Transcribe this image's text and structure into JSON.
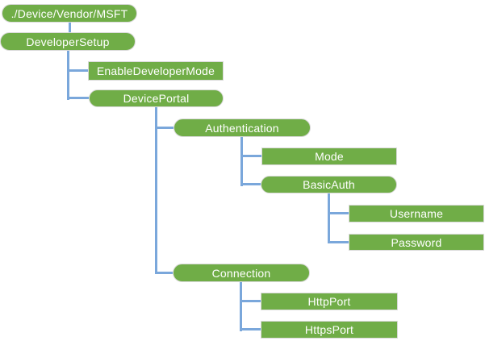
{
  "colors": {
    "node_fill": "#70AD47",
    "node_border": "#D9D9D9",
    "connector": "#7AA7DB",
    "text": "#FFFFFF",
    "background": "#FFFFFF"
  },
  "nodes": [
    {
      "id": "msft",
      "label": "./Device/Vendor/MSFT",
      "shape": "rounded",
      "parent": null
    },
    {
      "id": "devsetup",
      "label": "DeveloperSetup",
      "shape": "rounded",
      "parent": "msft"
    },
    {
      "id": "edm",
      "label": "EnableDeveloperMode",
      "shape": "rectangle",
      "parent": "devsetup"
    },
    {
      "id": "devportal",
      "label": "DevicePortal",
      "shape": "rounded",
      "parent": "devsetup"
    },
    {
      "id": "auth",
      "label": "Authentication",
      "shape": "rounded",
      "parent": "devportal"
    },
    {
      "id": "mode",
      "label": "Mode",
      "shape": "rectangle",
      "parent": "auth"
    },
    {
      "id": "basicauth",
      "label": "BasicAuth",
      "shape": "rounded",
      "parent": "auth"
    },
    {
      "id": "username",
      "label": "Username",
      "shape": "rectangle",
      "parent": "basicauth"
    },
    {
      "id": "password",
      "label": "Password",
      "shape": "rectangle",
      "parent": "basicauth"
    },
    {
      "id": "connection",
      "label": "Connection",
      "shape": "rounded",
      "parent": "devportal"
    },
    {
      "id": "httpport",
      "label": "HttpPort",
      "shape": "rectangle",
      "parent": "connection"
    },
    {
      "id": "httpsport",
      "label": "HttpsPort",
      "shape": "rectangle",
      "parent": "connection"
    }
  ]
}
